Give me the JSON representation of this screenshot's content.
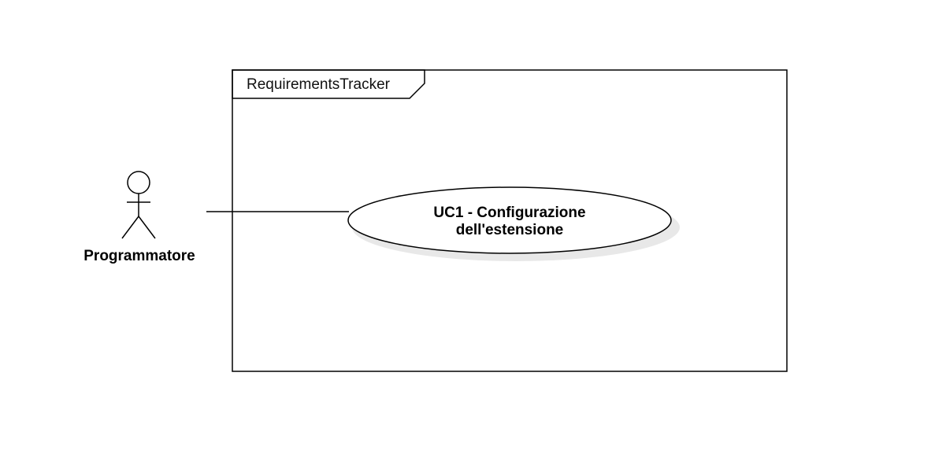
{
  "frame": {
    "title": "RequirementsTracker"
  },
  "actor": {
    "name": "Programmatore"
  },
  "use_case": {
    "line1": "UC1 - Configurazione",
    "line2": "dell'estensione"
  },
  "colors": {
    "stroke": "#000000",
    "background": "#ffffff",
    "shadow": "#e8e8e8"
  }
}
